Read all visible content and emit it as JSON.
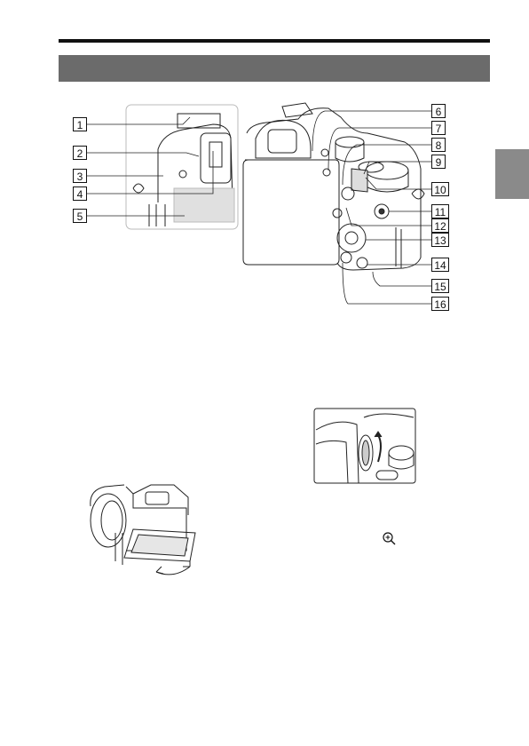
{
  "header": {
    "rule_color": "#111111",
    "section_bar_color": "#6b6b6b",
    "side_tab_color": "#8a8a8a"
  },
  "callouts": [
    "1",
    "2",
    "3",
    "4",
    "5",
    "6",
    "7",
    "8",
    "9",
    "10",
    "11",
    "12",
    "13",
    "14",
    "15",
    "16"
  ],
  "icons": {
    "zoom": "zoom-in-icon"
  }
}
